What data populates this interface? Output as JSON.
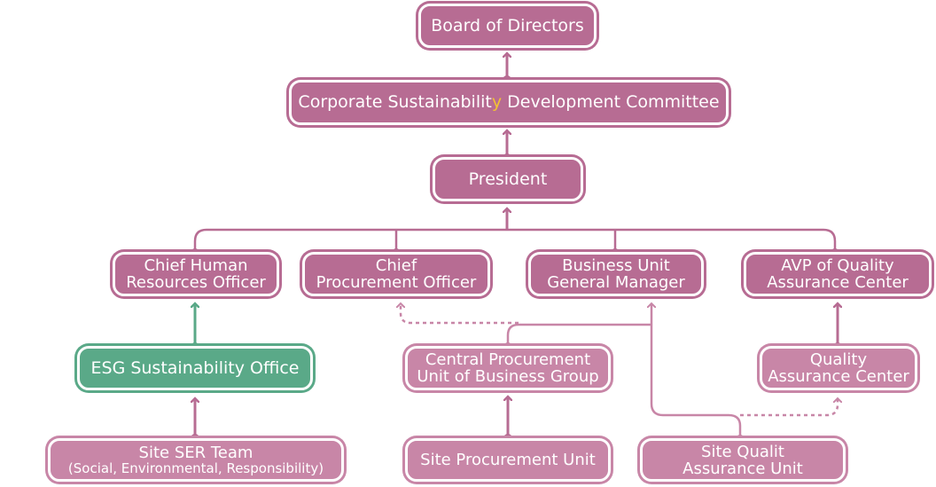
{
  "nodes": {
    "board": {
      "line1": "Board of Directors"
    },
    "committee": {
      "pre": "Corporate Sustainabilit",
      "hl": "y",
      "post": " Development Committee"
    },
    "president": {
      "line1": "President"
    },
    "chro": {
      "line1": "Chief Human",
      "line2": "Resources Officer"
    },
    "cpo": {
      "line1": "Chief",
      "line2": "Procurement Officer"
    },
    "bugm": {
      "line1": "Business Unit",
      "line2": "General Manager"
    },
    "avp": {
      "line1": "AVP of Quality",
      "line2": "Assurance Center"
    },
    "esg": {
      "line1": "ESG Sustainability Office"
    },
    "cpu": {
      "line1": "Central Procurement",
      "line2": "Unit of Business Group"
    },
    "qac": {
      "line1": "Quality",
      "line2": "Assurance Center"
    },
    "ser": {
      "line1": "Site SER Team",
      "line2": "(Social, Environmental, Responsibility)"
    },
    "spu": {
      "line1": "Site Procurement Unit"
    },
    "squ": {
      "line1": "Site Qualit",
      "line2": "Assurance Unit"
    }
  },
  "colors": {
    "node": "#b76c93",
    "node_light": "#c886a7",
    "esg": "#5aa988",
    "connector": "#b76c93",
    "connector_light": "#c886a7",
    "esg_connector": "#5aa988",
    "highlight": "#f2c232"
  }
}
